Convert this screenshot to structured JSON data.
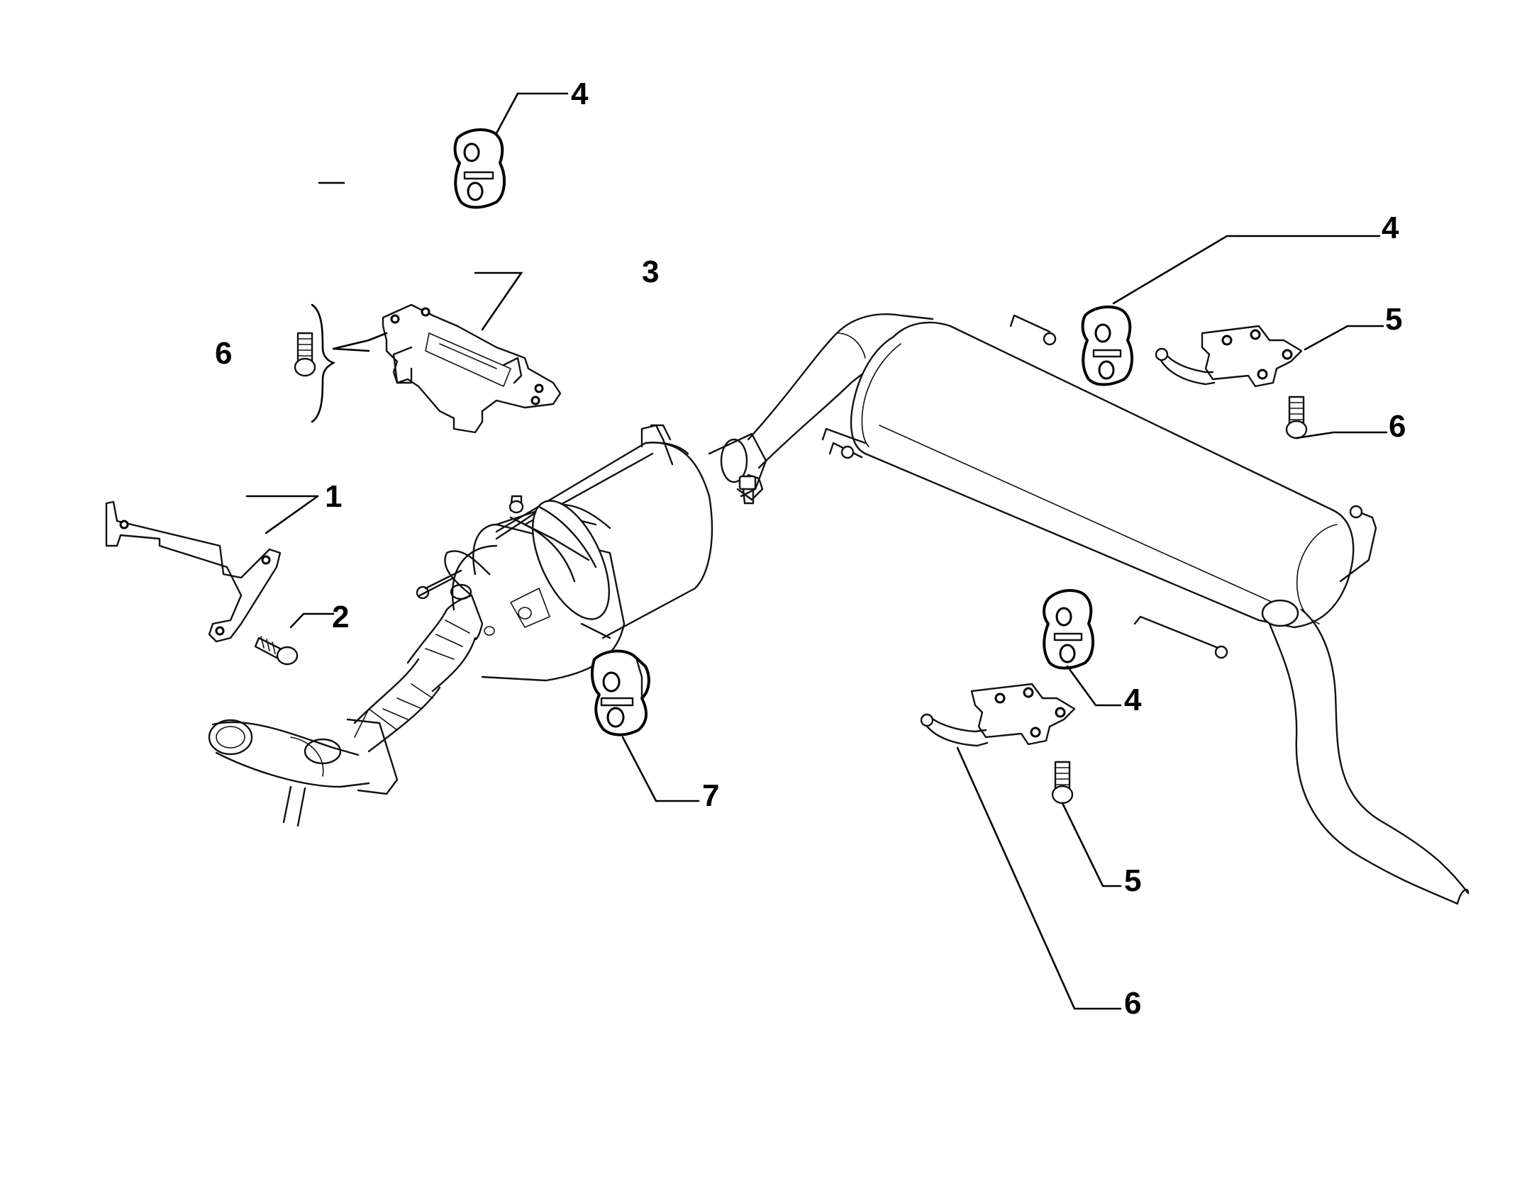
{
  "callouts": [
    {
      "id": "c1",
      "number": "1"
    },
    {
      "id": "c2",
      "number": "2"
    },
    {
      "id": "c3",
      "number": "3"
    },
    {
      "id": "c4a",
      "number": "4"
    },
    {
      "id": "c4b",
      "number": "4"
    },
    {
      "id": "c4c",
      "number": "4"
    },
    {
      "id": "c5a",
      "number": "5"
    },
    {
      "id": "c5b",
      "number": "5"
    },
    {
      "id": "c6a",
      "number": "6"
    },
    {
      "id": "c6b",
      "number": "6"
    },
    {
      "id": "c6c",
      "number": "6"
    },
    {
      "id": "c7",
      "number": "7"
    }
  ]
}
